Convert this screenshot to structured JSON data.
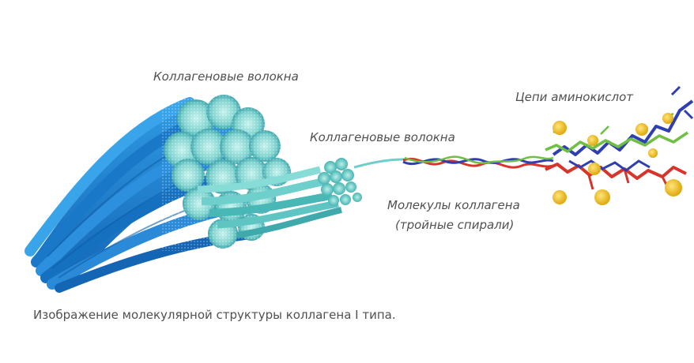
{
  "labels": {
    "collagen_fibers_large": "Коллагеновые волокна",
    "collagen_fibers_small": "Коллагеновые волокна",
    "collagen_molecules_line1": "Молекулы коллагена",
    "collagen_molecules_line2": "(тройные спирали)",
    "amino_acid_chains": "Цепи аминокислот"
  },
  "caption": "Изображение молекулярной структуры коллагена I типа.",
  "colors": {
    "fiber_blue": "#1f86d6",
    "fiber_dark": "#0f5fa6",
    "fibril_teal": "#53c6c4",
    "helix_red": "#d8342a",
    "helix_blue": "#2f3fb0",
    "helix_green": "#6ebf44",
    "atom_yellow": "#f2c51c",
    "text_gray": "#505050"
  }
}
